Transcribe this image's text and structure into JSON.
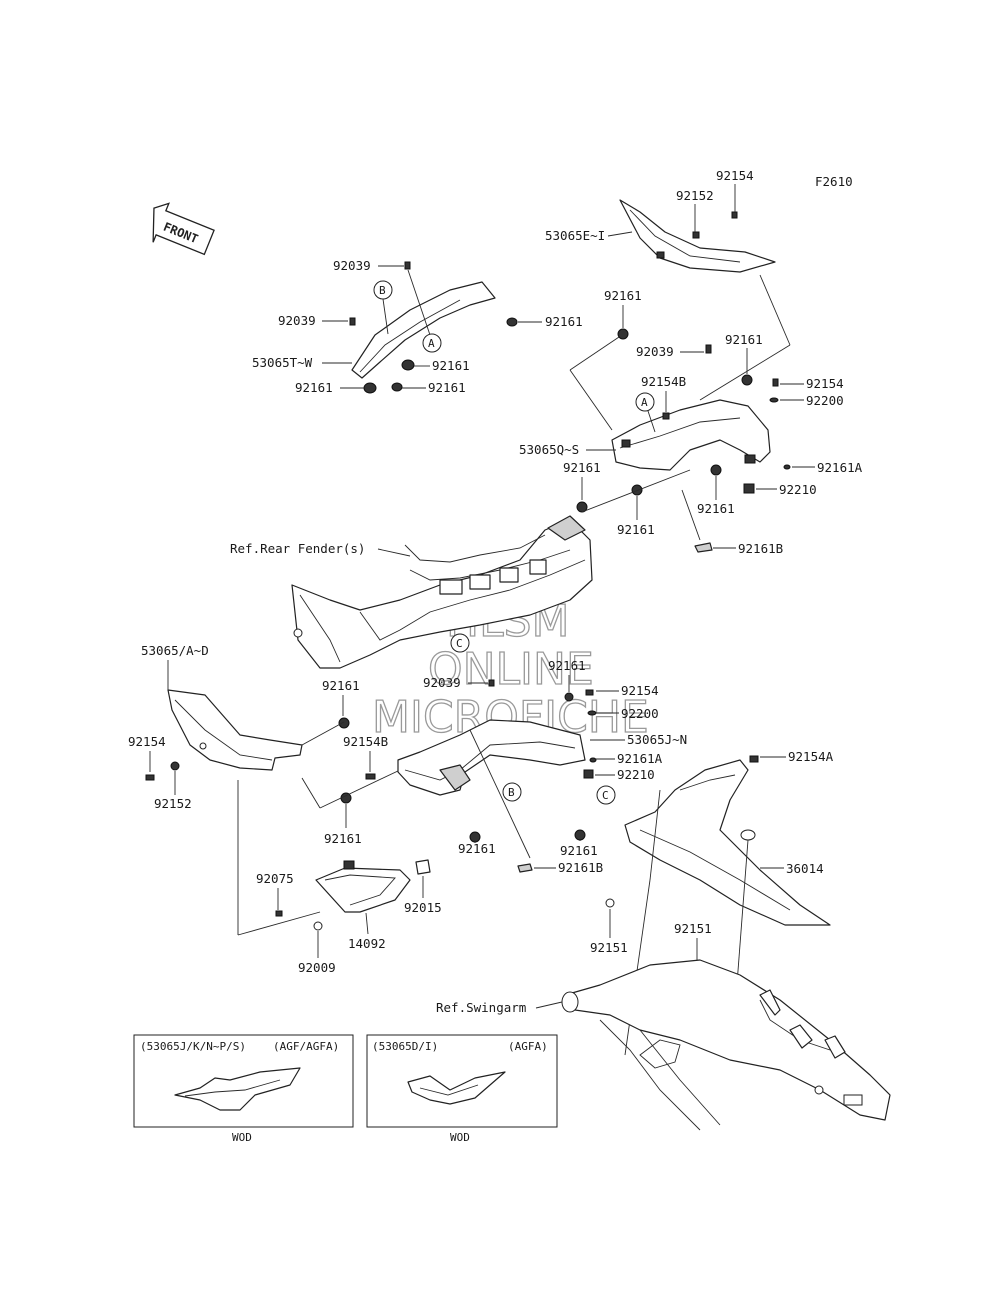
{
  "figure_code": "F2610",
  "front_arrow_label": "FRONT",
  "watermark": [
    "HLSM",
    "ONLINE",
    "MICROFICHE"
  ],
  "part_numbers": {
    "p92154_top": "92154",
    "p92152_top": "92152",
    "p53065E_I": "53065E~I",
    "p92039_a": "92039",
    "p92161_a": "92161",
    "p92039_b": "92039",
    "p92161_b": "92161",
    "p53065T_W": "53065T~W",
    "p92161_c": "92161",
    "p92161_d": "92161",
    "p92161_e": "92161",
    "p92039_c": "92039",
    "p92161_f": "92161",
    "p92154B_a": "92154B",
    "p92154_b": "92154",
    "p92200_a": "92200",
    "p53065Q_S": "53065Q~S",
    "p92161A_a": "92161A",
    "p92161_g": "92161",
    "p92210_a": "92210",
    "p92161_h": "92161",
    "p92161_i": "92161",
    "p92161B_a": "92161B",
    "ref_rear_fender": "Ref.Rear Fender(s)",
    "p53065A_D": "53065/A~D",
    "p92161_j": "92161",
    "p92039_d": "92039",
    "p92161_k": "92161",
    "p92154_c": "92154",
    "p92200_b": "92200",
    "p53065J_N": "53065J~N",
    "p92154_d": "92154",
    "p92154B_b": "92154B",
    "p92161A_b": "92161A",
    "p92210_b": "92210",
    "p92152_b": "92152",
    "p92161_l": "92161",
    "p92161_m": "92161",
    "p92161_n": "92161",
    "p92161B_b": "92161B",
    "p92154A": "92154A",
    "p36014": "36014",
    "p92075": "92075",
    "p92015": "92015",
    "p92009": "92009",
    "p14092": "14092",
    "p92151_a": "92151",
    "p92151_b": "92151",
    "ref_swingarm": "Ref.Swingarm"
  },
  "callouts": {
    "a1": "A",
    "a2": "A",
    "b1": "B",
    "b2": "B",
    "c1": "C",
    "c2": "C"
  },
  "insets": [
    {
      "code": "(53065J/K/N~P/S)",
      "variant": "(AGF/AGFA)",
      "note": "WOD"
    },
    {
      "code": "(53065D/I)",
      "variant": "(AGFA)",
      "note": "WOD"
    }
  ]
}
